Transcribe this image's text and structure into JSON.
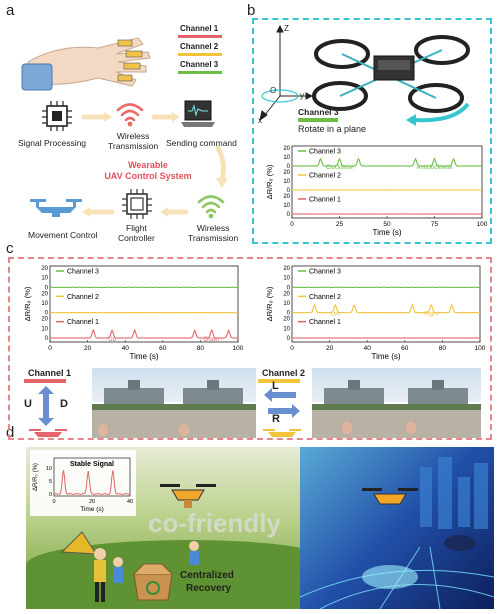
{
  "panels": {
    "a": "a",
    "b": "b",
    "c": "c",
    "d": "d"
  },
  "panel_a": {
    "glove_channels": [
      "Channel 1",
      "Channel 2",
      "Channel 3"
    ],
    "flow": {
      "signal_processing": "Signal Processing",
      "wireless_transmission_1": "Wireless\nTransmission",
      "sending_command": "Sending command",
      "system_title_1": "Wearable",
      "system_title_2": "UAV Control System",
      "movement_control": "Movement Control",
      "flight_controller": "Flight\nController",
      "wireless_transmission_2": "Wireless\nTransmission"
    }
  },
  "panel_b": {
    "axes3d": {
      "z": "Z",
      "y": "y",
      "x": "x",
      "o": "O"
    },
    "channel_label": "Channel 3",
    "rotate_label": "Rotate  in a plane"
  },
  "panel_c": {
    "legend_left": {
      "channel": "Channel 1",
      "up": "U",
      "down": "D"
    },
    "legend_right": {
      "channel": "Channel 2",
      "left": "L",
      "right": "R"
    }
  },
  "panel_d": {
    "eco_text": "co-friendly",
    "recovery_1": "Centralized",
    "recovery_2": "Recovery"
  },
  "colors": {
    "ch1": "#e3646b",
    "ch2": "#f2c43b",
    "ch3": "#6bbd45",
    "cyan": "#37c6cf",
    "pink": "#e4868c"
  },
  "chart_data": [
    {
      "type": "line",
      "id": "b",
      "xlabel": "Time (s)",
      "ylabel": "ΔR/R₀ (%)",
      "xlim": [
        0,
        100
      ],
      "xticks": [
        0,
        25,
        50,
        75,
        100
      ],
      "yticks": [
        0,
        10,
        20
      ],
      "series": [
        {
          "name": "Channel 3",
          "color": "#6bbd45",
          "peaks": [
            15,
            25,
            35,
            65,
            75,
            85
          ],
          "peak_height": 8
        },
        {
          "name": "Channel 2",
          "color": "#f2c43b",
          "peaks": [],
          "peak_height": 0
        },
        {
          "name": "Channel 1",
          "color": "#e3646b",
          "peaks": [],
          "peak_height": 0
        }
      ],
      "annotations": [
        {
          "text": "Clockwise",
          "series": "Channel 3",
          "x": 25
        },
        {
          "text": "Anticlockwise",
          "series": "Channel 3",
          "x": 75
        }
      ]
    },
    {
      "type": "line",
      "id": "c-left",
      "xlabel": "Time (s)",
      "ylabel": "ΔR/R₀ (%)",
      "xlim": [
        0,
        100
      ],
      "xticks": [
        0,
        20,
        40,
        60,
        80,
        100
      ],
      "yticks": [
        0,
        10,
        20
      ],
      "series": [
        {
          "name": "Channel 3",
          "color": "#6bbd45",
          "peaks": [],
          "peak_height": 0
        },
        {
          "name": "Channel 2",
          "color": "#f2c43b",
          "peaks": [],
          "peak_height": 0
        },
        {
          "name": "Channel 1",
          "color": "#e3646b",
          "peaks": [
            23,
            33,
            45,
            77,
            86,
            95
          ],
          "peak_height": 8
        }
      ],
      "annotations": [
        {
          "text": "Up",
          "series": "Channel 1",
          "x": 33
        },
        {
          "text": "Down",
          "series": "Channel 1",
          "x": 86
        }
      ]
    },
    {
      "type": "line",
      "id": "c-right",
      "xlabel": "Time (s)",
      "ylabel": "ΔR/R₀ (%)",
      "xlim": [
        0,
        100
      ],
      "xticks": [
        0,
        20,
        40,
        60,
        80,
        100
      ],
      "yticks": [
        0,
        10,
        20
      ],
      "series": [
        {
          "name": "Channel 3",
          "color": "#6bbd45",
          "peaks": [],
          "peak_height": 0
        },
        {
          "name": "Channel 2",
          "color": "#f2c43b",
          "peaks": [
            12,
            23,
            33,
            64,
            74,
            85
          ],
          "peak_height": 8
        },
        {
          "name": "Channel 1",
          "color": "#e3646b",
          "peaks": [],
          "peak_height": 0
        }
      ],
      "annotations": [
        {
          "text": "Left",
          "series": "Channel 2",
          "x": 23
        },
        {
          "text": "Right",
          "series": "Channel 2",
          "x": 74
        }
      ]
    },
    {
      "type": "line",
      "id": "d-inset",
      "title": "Stable Signal",
      "xlabel": "Time (s)",
      "ylabel": "ΔR/R₀ (%)",
      "xlim": [
        0,
        40
      ],
      "ylim": [
        0,
        10
      ],
      "xticks": [
        0,
        20,
        40
      ],
      "yticks": [
        0,
        5,
        10
      ],
      "series": [
        {
          "name": "",
          "color": "#e3646b",
          "peaks": [
            5,
            18,
            31
          ],
          "peak_height": 9
        }
      ]
    }
  ]
}
